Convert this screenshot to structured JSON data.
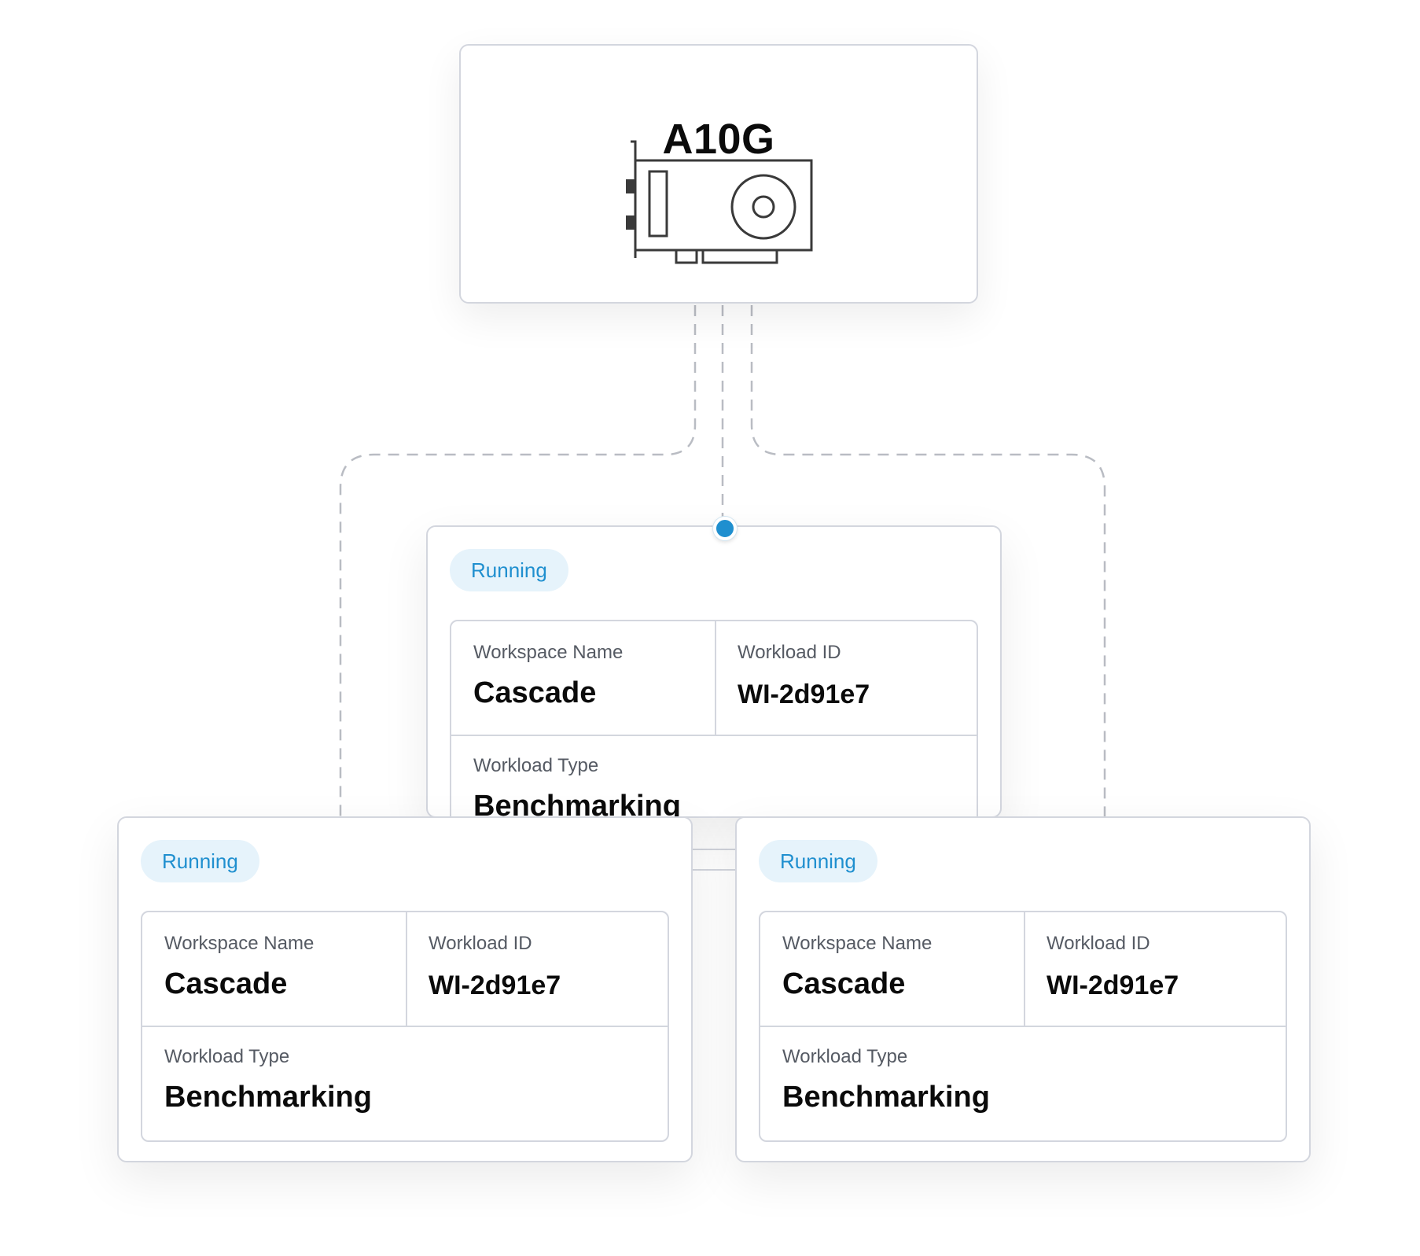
{
  "gpu": {
    "name": "A10G",
    "icon": "gpu-card-icon"
  },
  "workloads": [
    {
      "status": "Running",
      "workspace_label": "Workspace Name",
      "workspace_value": "Cascade",
      "id_label": "Workload ID",
      "id_value": "WI-2d91e7",
      "type_label": "Workload Type",
      "type_value": "Benchmarking"
    },
    {
      "status": "Running",
      "workspace_label": "Workspace Name",
      "workspace_value": "Cascade",
      "id_label": "Workload ID",
      "id_value": "WI-2d91e7",
      "type_label": "Workload Type",
      "type_value": "Benchmarking"
    },
    {
      "status": "Running",
      "workspace_label": "Workspace Name",
      "workspace_value": "Cascade",
      "id_label": "Workload ID",
      "id_value": "WI-2d91e7",
      "type_label": "Workload Type",
      "type_value": "Benchmarking"
    }
  ],
  "colors": {
    "accent": "#1f8fcf",
    "badge_bg": "#e6f3fb",
    "border": "#d3d6de",
    "connector": "#b9bcc3"
  }
}
